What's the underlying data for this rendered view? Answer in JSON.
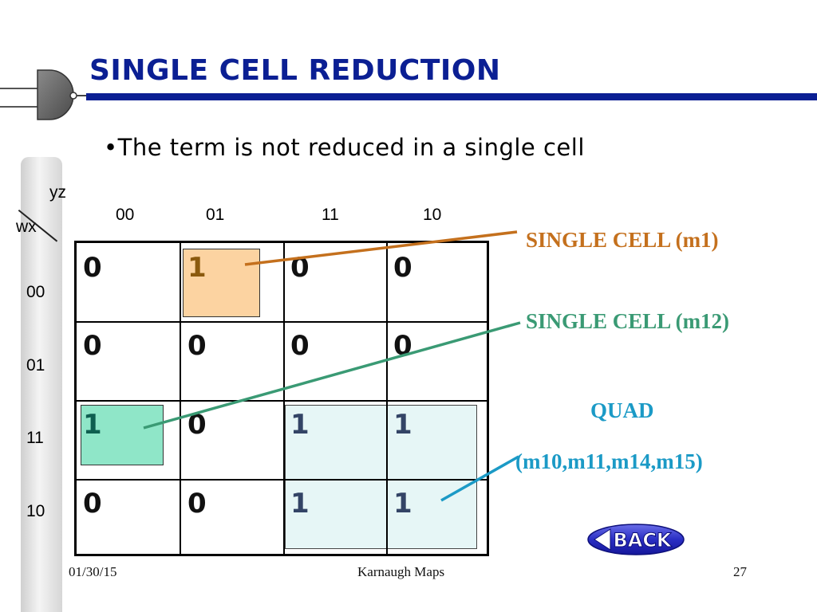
{
  "slide": {
    "title": "SINGLE CELL REDUCTION",
    "bullet": "•The term is not reduced in a single cell"
  },
  "kmap": {
    "row_var": "wx",
    "col_var": "yz",
    "col_labels": [
      "00",
      "01",
      "11",
      "10"
    ],
    "row_labels": [
      "00",
      "01",
      "11",
      "10"
    ],
    "cells": [
      [
        "0",
        "1",
        "0",
        "0"
      ],
      [
        "0",
        "0",
        "0",
        "0"
      ],
      [
        "1",
        "0",
        "1",
        "1"
      ],
      [
        "0",
        "0",
        "1",
        "1"
      ]
    ]
  },
  "annotations": {
    "single_m1": "SINGLE CELL (m1)",
    "single_m12": "SINGLE CELL (m12)",
    "quad_title": "QUAD",
    "quad_terms": "(m10,m11,m14,m15)"
  },
  "back_button": {
    "label": "BACK"
  },
  "footer": {
    "date": "01/30/15",
    "topic": "Karnaugh Maps",
    "page": "27"
  },
  "colors": {
    "title": "#0b1f93",
    "m1_group": "#fcd3a1",
    "m1_line": "#c4701d",
    "m12_group": "#8fe6c8",
    "m12_line": "#3a9a74",
    "quad_group": "#e6f6f6",
    "quad_line": "#1b9ac6"
  },
  "icons": {
    "logo": "and-gate-icon",
    "navigation": "back-button-icon"
  }
}
